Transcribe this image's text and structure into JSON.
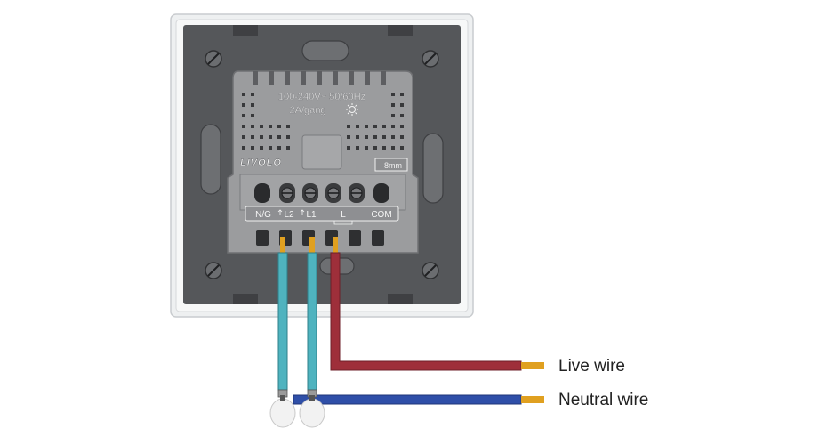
{
  "device": {
    "brand": "LIVOLO",
    "rating_line1": "100-240V~  50/60Hz",
    "rating_line2": "2A/gang",
    "strip_mark": "8mm",
    "terminals": [
      "N/G",
      "L2",
      "L1",
      "L",
      "COM"
    ]
  },
  "wires": {
    "live_label": "Live wire",
    "neutral_label": "Neutral wire"
  },
  "colors": {
    "plate_outer": "#e9ebec",
    "plate_back": "#55575a",
    "module": "#9b9c9e",
    "load_wire": "#4fb3bf",
    "live_wire": "#9e2f3a",
    "neutral_wire": "#2f4fa8",
    "copper": "#e0a020"
  }
}
